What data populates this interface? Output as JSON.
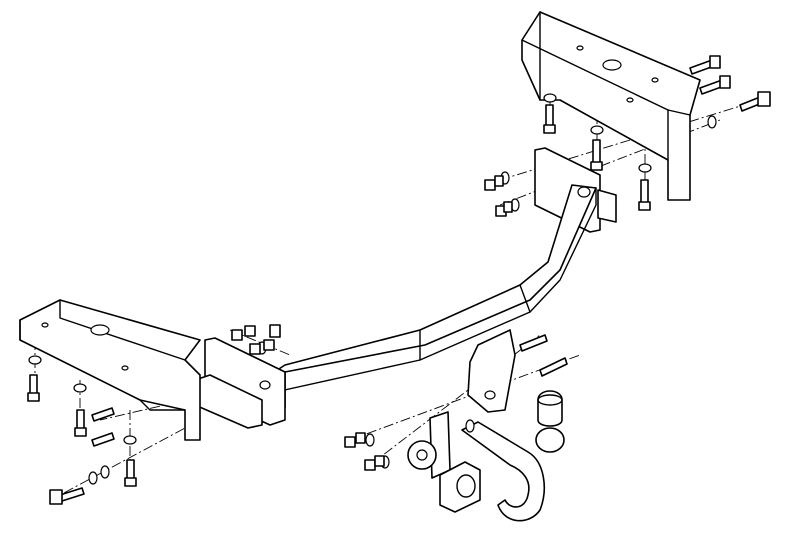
{
  "diagram": {
    "type": "exploded-assembly-drawing",
    "colors": {
      "line": "#000000",
      "background": "#ffffff"
    },
    "parts": [
      "right-side-bracket",
      "left-side-bracket",
      "cross-beam",
      "tow-ball-neck",
      "tow-ball-cap",
      "electrical-socket-plate",
      "electrical-socket",
      "bolts",
      "washers",
      "nuts"
    ]
  }
}
